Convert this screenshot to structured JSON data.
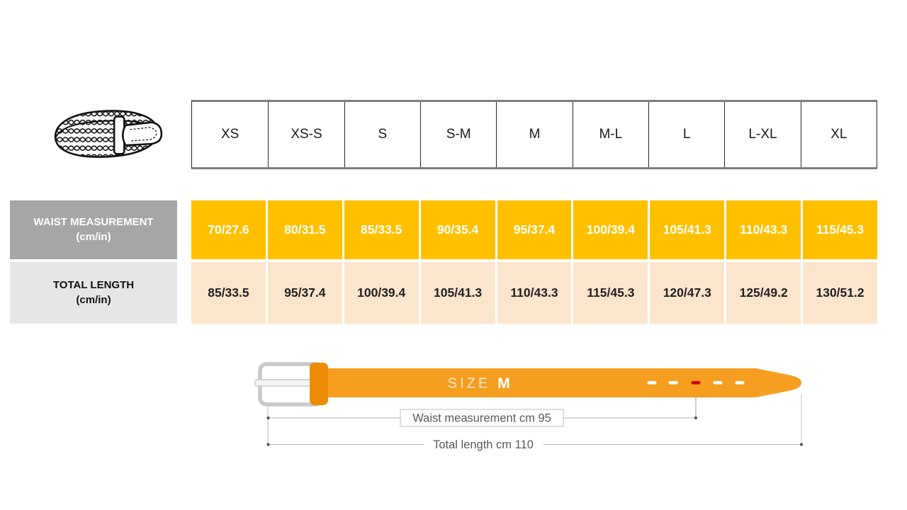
{
  "size_chart": {
    "sizes": [
      "XS",
      "XS-S",
      "S",
      "S-M",
      "M",
      "M-L",
      "L",
      "L-XL",
      "XL"
    ],
    "rows": [
      {
        "label": "WAIST MEASUREMENT",
        "unit": "(cm/in)",
        "values": [
          "70/27.6",
          "80/31.5",
          "85/33.5",
          "90/35.4",
          "95/37.4",
          "100/39.4",
          "105/41.3",
          "110/43.3",
          "115/45.3"
        ]
      },
      {
        "label": "TOTAL LENGTH",
        "unit": "(cm/in)",
        "values": [
          "85/33.5",
          "95/37.4",
          "100/39.4",
          "105/41.3",
          "110/43.3",
          "115/45.3",
          "120/47.3",
          "125/49.2",
          "130/51.2"
        ]
      }
    ]
  },
  "diagram": {
    "size_label": "SIZE",
    "size_value": "M",
    "waist_annotation": "Waist measurement cm 95",
    "total_annotation": "Total length cm 110"
  },
  "colors": {
    "waist_row_bg": "#ffc000",
    "total_row_bg": "#fce5cd",
    "waist_label_bg": "#a6a6a6",
    "total_label_bg": "#e7e6e6",
    "belt_strap": "#f59e1f",
    "belt_keeper": "#ed8c05",
    "marked_hole": "#d40000",
    "hole": "#ffffff"
  }
}
